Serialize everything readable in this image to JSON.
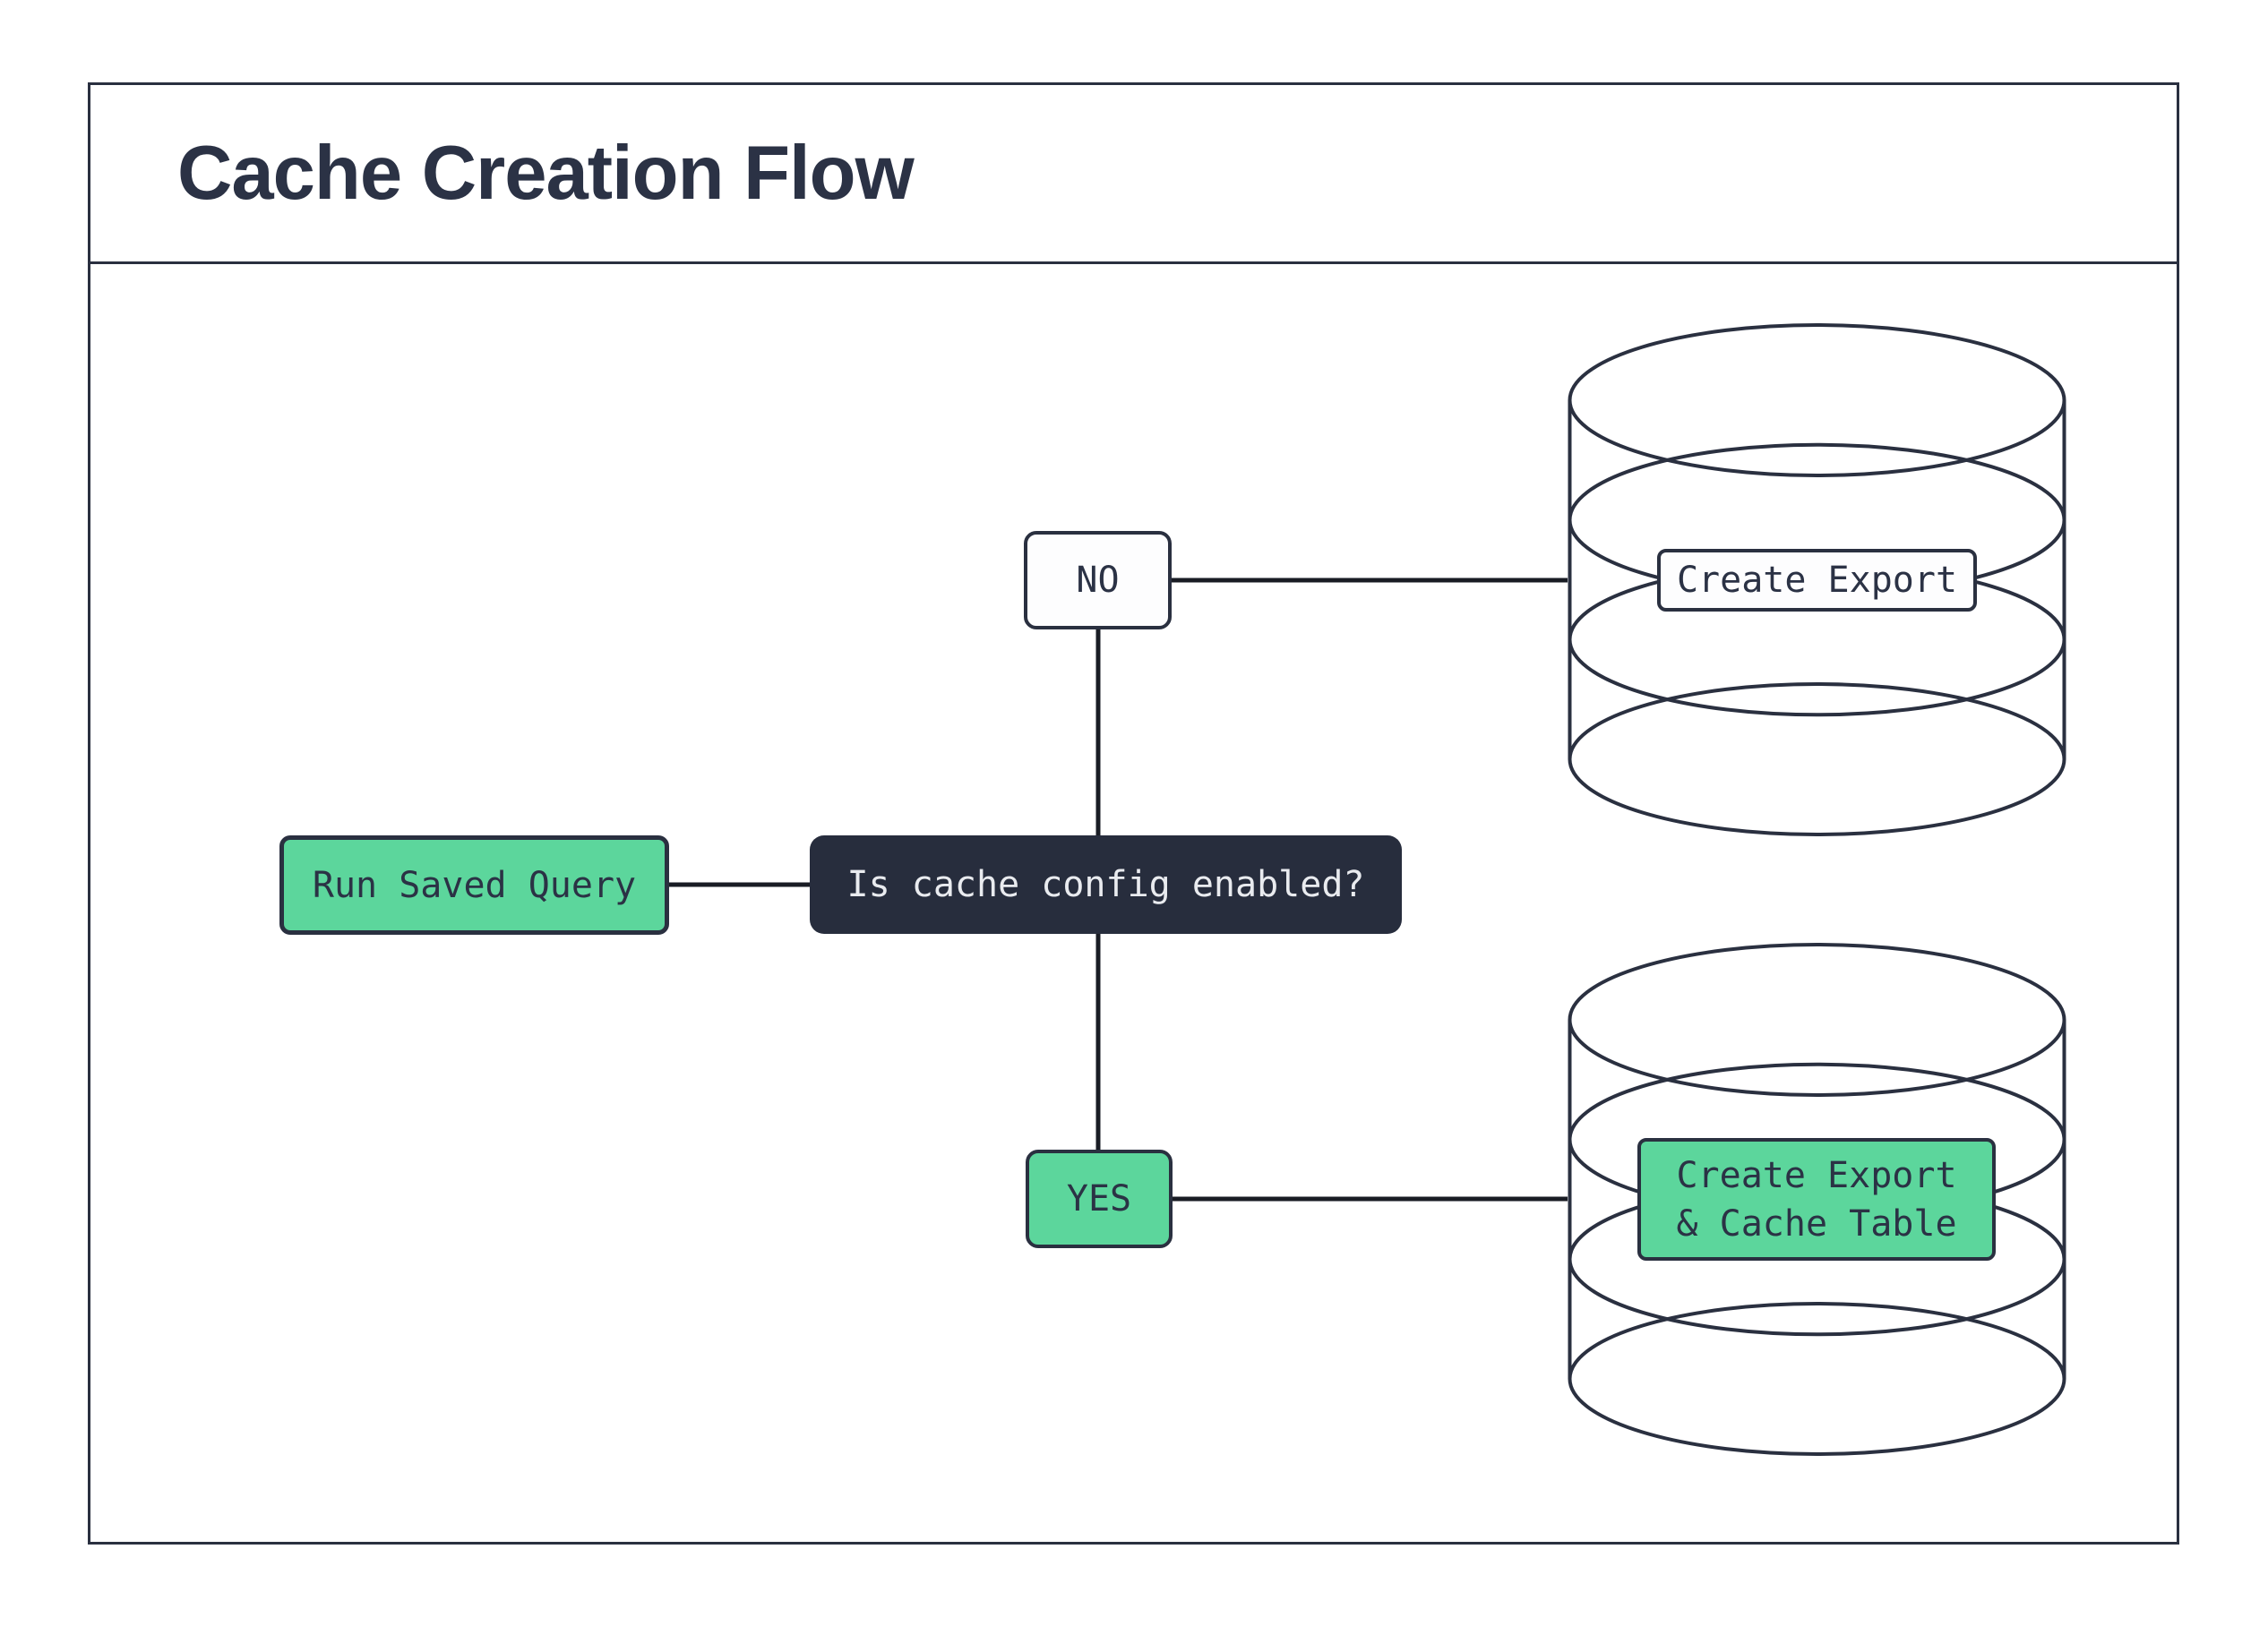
{
  "title": "Cache Creation Flow",
  "palette": {
    "ink": "#2a3040",
    "text_dark": "#2b3245",
    "text_light": "#e9ebef",
    "connector": "#191c24",
    "node_green": "#5cd69c",
    "node_dark": "#272d3d",
    "node_white": "#fdfdfe",
    "background": "#ffffff"
  },
  "nodes": {
    "start": {
      "label": "Run Saved Query"
    },
    "decision": {
      "label": "Is cache config enabled?"
    },
    "no_branch": {
      "label": "NO"
    },
    "yes_branch": {
      "label": "YES"
    },
    "export_db": {
      "label": "Create Export"
    },
    "export_cache_db": {
      "line1": "Create Export",
      "line2": "& Cache Table"
    }
  }
}
